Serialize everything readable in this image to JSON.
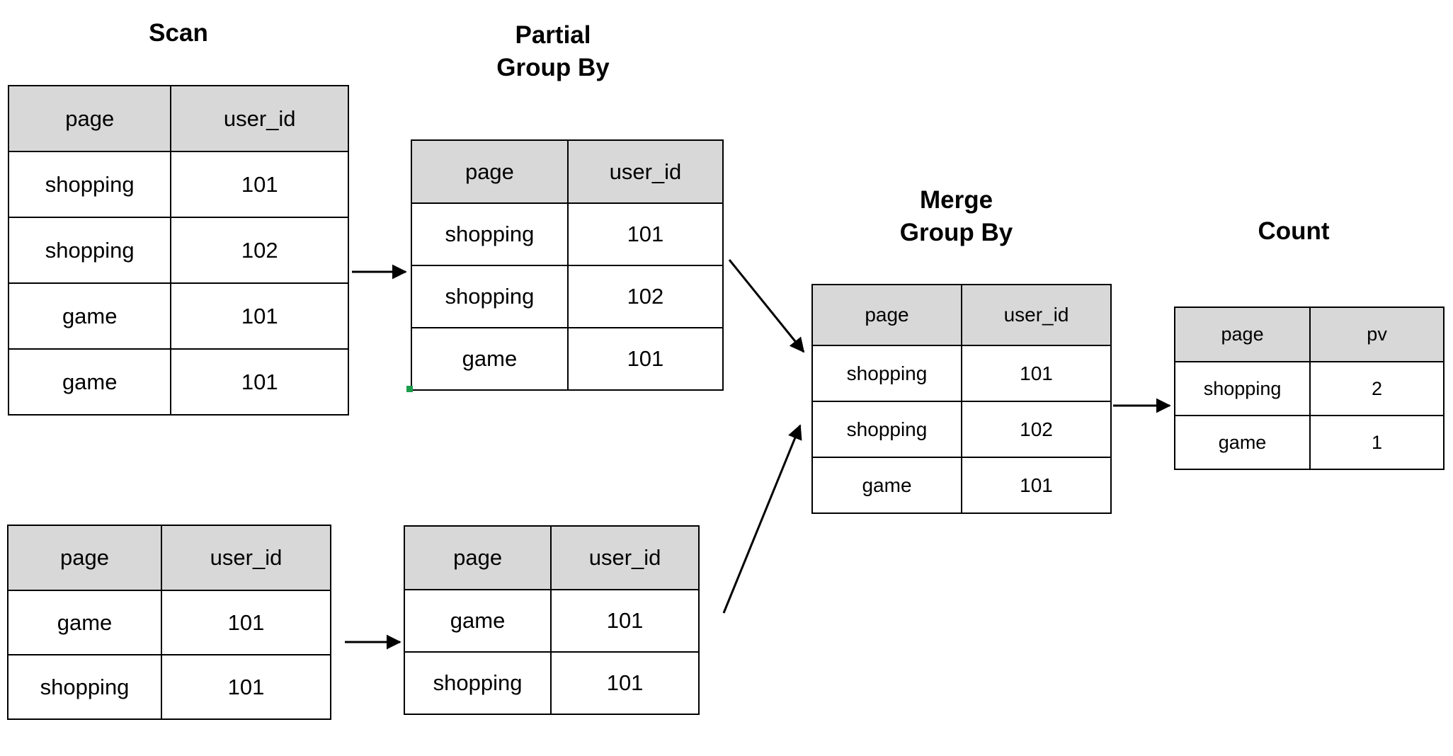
{
  "colors": {
    "background": "#ffffff",
    "table_border": "#000000",
    "header_bg": "#d8d8d8",
    "text": "#000000",
    "arrow": "#000000",
    "selection_handle": "#1b9e4b"
  },
  "tables": [
    {
      "name": "scan-partition-1-table",
      "title": "Scan",
      "title_lines": [
        "Scan"
      ],
      "columns": [
        "page",
        "user_id"
      ],
      "rows": [
        [
          "shopping",
          "101"
        ],
        [
          "shopping",
          "102"
        ],
        [
          "game",
          "101"
        ],
        [
          "game",
          "101"
        ]
      ]
    },
    {
      "name": "partial-group-by-1-table",
      "title": "Partial Group By",
      "title_lines": [
        "Partial",
        "Group By"
      ],
      "columns": [
        "page",
        "user_id"
      ],
      "rows": [
        [
          "shopping",
          "101"
        ],
        [
          "shopping",
          "102"
        ],
        [
          "game",
          "101"
        ]
      ]
    },
    {
      "name": "merge-group-by-table",
      "title": "Merge Group By",
      "title_lines": [
        "Merge",
        "Group By"
      ],
      "columns": [
        "page",
        "user_id"
      ],
      "rows": [
        [
          "shopping",
          "101"
        ],
        [
          "shopping",
          "102"
        ],
        [
          "game",
          "101"
        ]
      ]
    },
    {
      "name": "count-table",
      "title": "Count",
      "title_lines": [
        "Count"
      ],
      "columns": [
        "page",
        "pv"
      ],
      "rows": [
        [
          "shopping",
          "2"
        ],
        [
          "game",
          "1"
        ]
      ]
    },
    {
      "name": "scan-partition-2-table",
      "title": "",
      "title_lines": [],
      "columns": [
        "page",
        "user_id"
      ],
      "rows": [
        [
          "game",
          "101"
        ],
        [
          "shopping",
          "101"
        ]
      ]
    },
    {
      "name": "partial-group-by-2-table",
      "title": "",
      "title_lines": [],
      "columns": [
        "page",
        "user_id"
      ],
      "rows": [
        [
          "game",
          "101"
        ],
        [
          "shopping",
          "101"
        ]
      ]
    }
  ],
  "arrows": [
    {
      "name": "arrow-scan1-to-partial1",
      "from": "scan-partition-1-table",
      "to": "partial-group-by-1-table"
    },
    {
      "name": "arrow-partial1-to-merge",
      "from": "partial-group-by-1-table",
      "to": "merge-group-by-table"
    },
    {
      "name": "arrow-scan2-to-partial2",
      "from": "scan-partition-2-table",
      "to": "partial-group-by-2-table"
    },
    {
      "name": "arrow-partial2-to-merge",
      "from": "partial-group-by-2-table",
      "to": "merge-group-by-table"
    },
    {
      "name": "arrow-merge-to-count",
      "from": "merge-group-by-table",
      "to": "count-table"
    }
  ]
}
